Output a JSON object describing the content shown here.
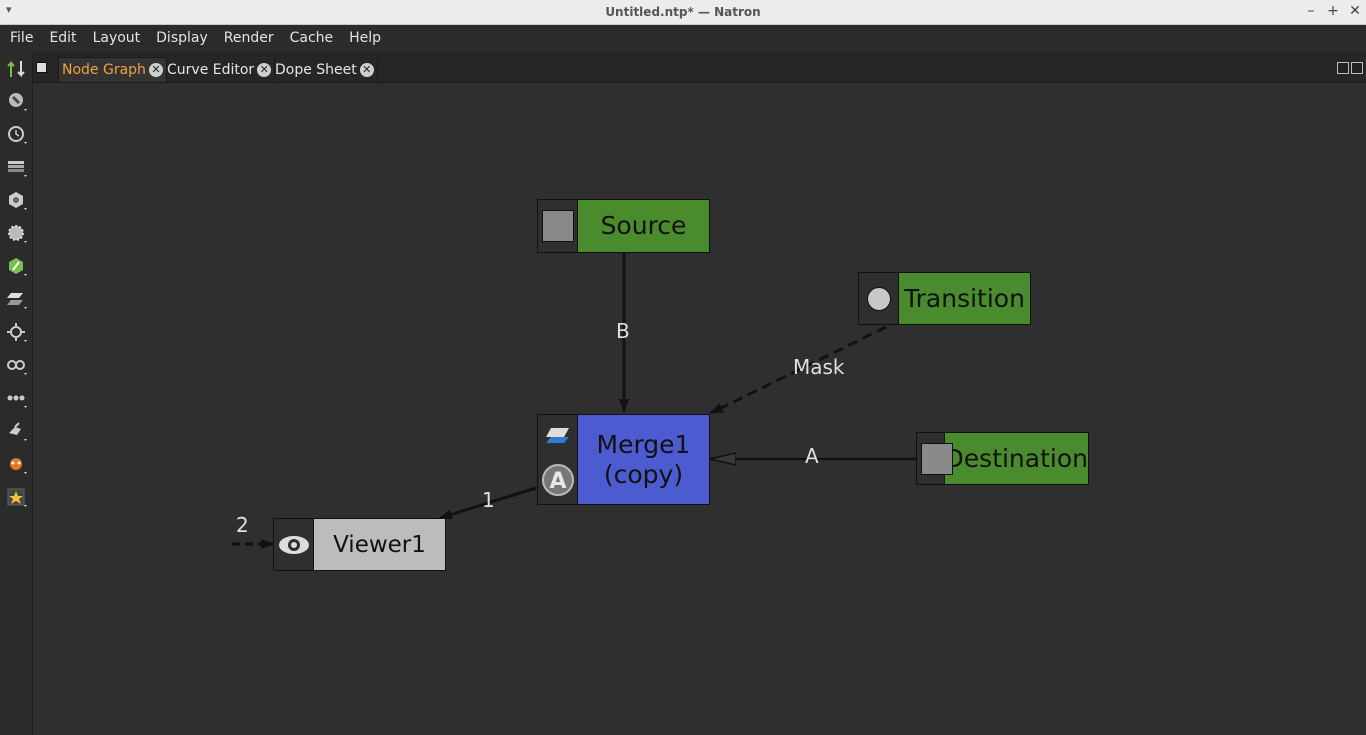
{
  "window": {
    "title": "Untitled.ntp* — Natron",
    "menu_glyph": "▾",
    "minimize": "–",
    "maximize": "+",
    "close": "✕"
  },
  "menubar": {
    "items": [
      "File",
      "Edit",
      "Layout",
      "Display",
      "Render",
      "Cache",
      "Help"
    ]
  },
  "toolbar": {
    "tools": [
      "transform-tool-icon",
      "paint-tool-icon",
      "time-tool-icon",
      "channel-tool-icon",
      "color-tool-icon",
      "filter-tool-icon",
      "keyer-tool-icon",
      "merge-tool-icon",
      "transform-3d-tool-icon",
      "multiview-tool-icon",
      "other-tool-icon",
      "pyplug-tool-icon",
      "gmic-tool-icon",
      "extra-tool-icon"
    ]
  },
  "tabs": [
    {
      "label": "Node Graph",
      "active": true
    },
    {
      "label": "Curve Editor",
      "active": false
    },
    {
      "label": "Dope Sheet",
      "active": false
    }
  ],
  "tab_close_glyph": "✕",
  "nodes": {
    "source": {
      "label": "Source",
      "color": "#4a8b2d"
    },
    "transition": {
      "label": "Transition",
      "color": "#4a8b2d"
    },
    "destination": {
      "label": "Destination",
      "color": "#4a8b2d"
    },
    "merge": {
      "line1": "Merge1",
      "line2": "(copy)",
      "color": "#4d5bd0"
    },
    "viewer": {
      "label": "Viewer1",
      "color": "#bcbcbc"
    }
  },
  "edges": {
    "b": "B",
    "mask": "Mask",
    "a": "A",
    "one": "1",
    "two": "2"
  }
}
